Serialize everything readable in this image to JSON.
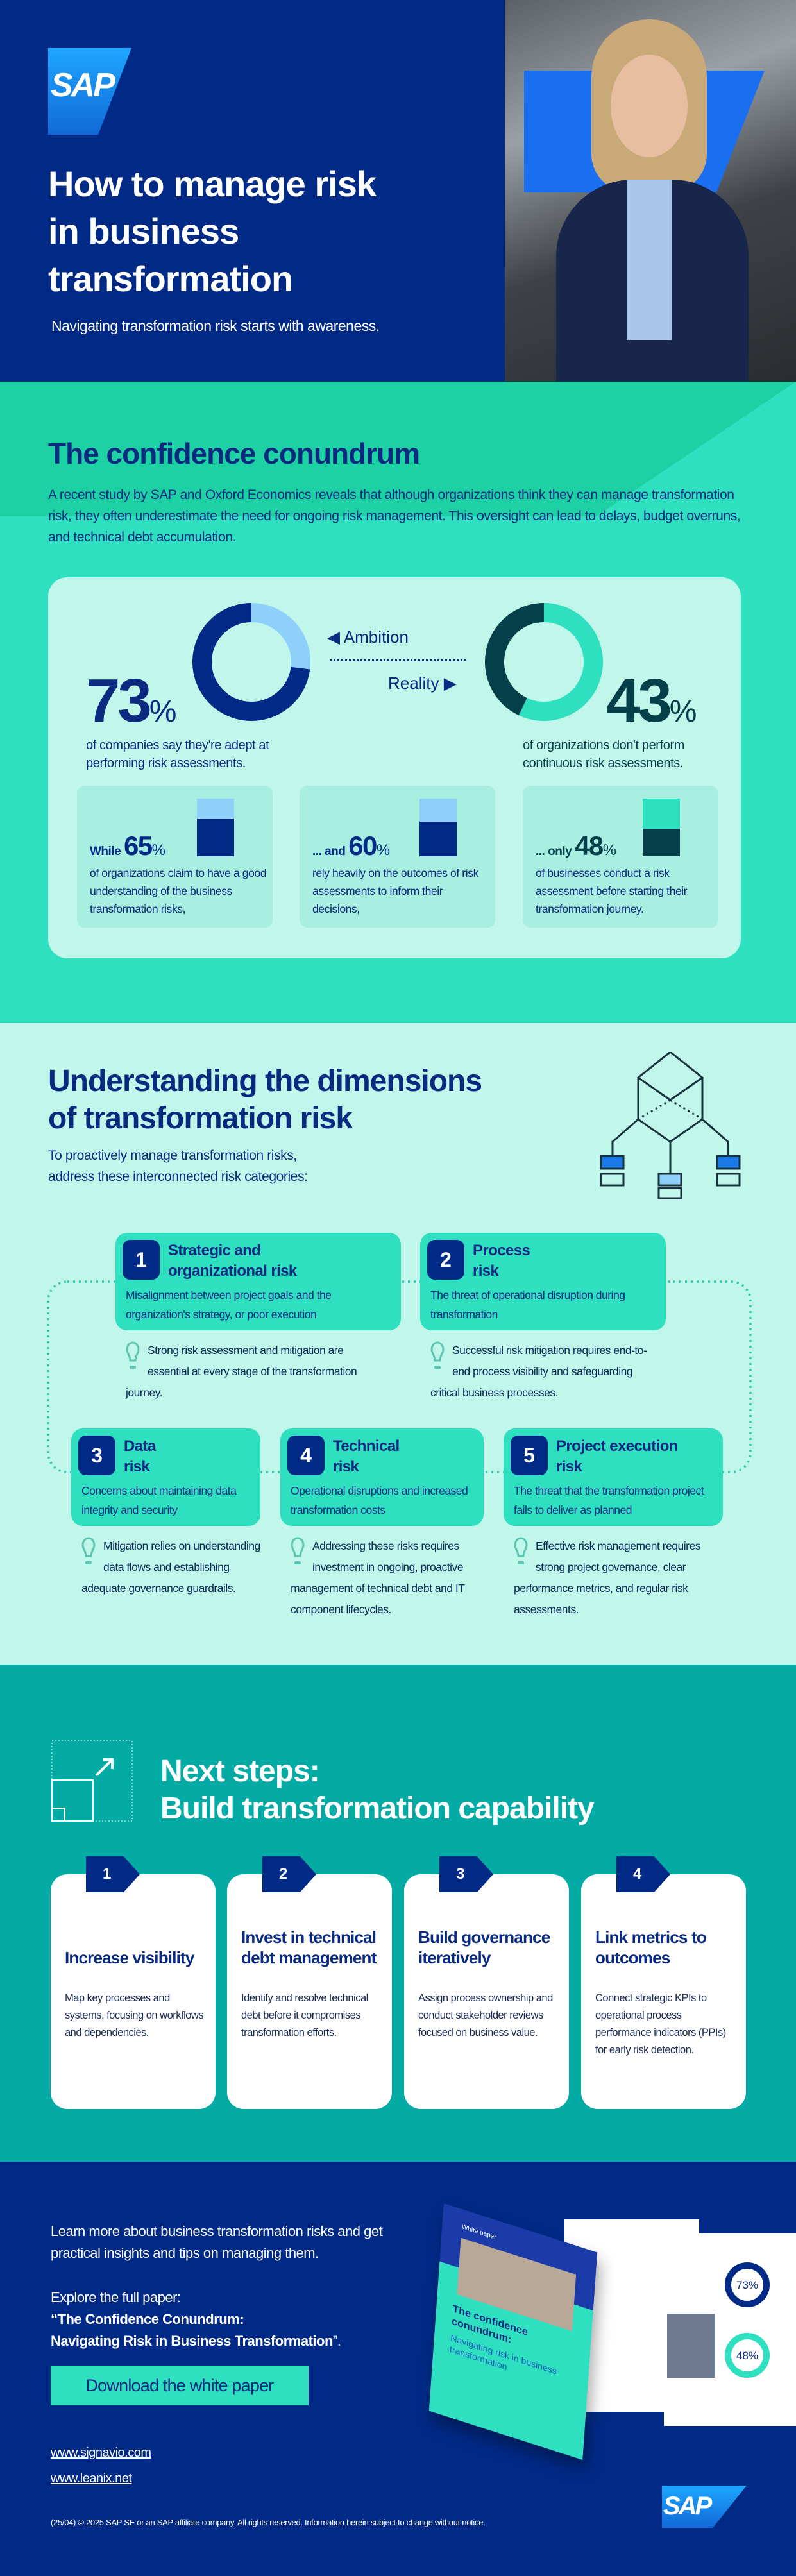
{
  "hero": {
    "logo": "SAP",
    "title_lines": [
      "How to manage risk",
      "in business",
      "transformation"
    ],
    "subtitle": "Navigating transformation risk starts with awareness."
  },
  "conundrum": {
    "title": "The confidence conundrum",
    "intro": "A recent study by SAP and Oxford Economics reveals that although organizations think they can manage transformation risk, they often underestimate the need for ongoing risk management. This oversight can lead to delays, budget overruns, and technical debt accumulation.",
    "ambition": {
      "label": "Ambition",
      "value": 73,
      "number": "73",
      "pct": "%",
      "caption": "of companies say they're adept at performing risk assessments."
    },
    "reality": {
      "label": "Reality",
      "value": 43,
      "number": "43",
      "pct": "%",
      "caption": "of organizations don't perform continuous risk assessments."
    },
    "stats": [
      {
        "prefix": "While",
        "number": "65",
        "pct": "%",
        "value": 65,
        "text": "of organizations claim to have a good understanding of the business transformation risks,"
      },
      {
        "prefix": "... and",
        "number": "60",
        "pct": "%",
        "value": 60,
        "text": "rely heavily on the outcomes of risk assessments to inform their decisions,"
      },
      {
        "prefix": "... only",
        "number": "48",
        "pct": "%",
        "value": 48,
        "text": "of businesses conduct a risk assessment before starting their transformation journey."
      }
    ]
  },
  "dimensions": {
    "title_lines": [
      "Understanding the dimensions",
      "of transformation risk"
    ],
    "intro_lines": [
      "To proactively manage transformation risks,",
      "address these interconnected risk categories:"
    ],
    "risks": [
      {
        "n": "1",
        "title_lines": [
          "Strategic and",
          "organizational risk"
        ],
        "desc": "Misalignment between project goals and the organization's strategy, or poor execution",
        "tip": "Strong risk assessment and mitigation are essential at every stage of the transformation journey."
      },
      {
        "n": "2",
        "title_lines": [
          "Process",
          "risk"
        ],
        "desc": "The threat of operational disruption during transformation",
        "tip": "Successful risk mitigation requires end-to-end process visibility and safeguarding critical business processes."
      },
      {
        "n": "3",
        "title_lines": [
          "Data",
          "risk"
        ],
        "desc": "Concerns about maintaining data integrity and security",
        "tip": "Mitigation relies on understanding data flows and establishing adequate governance guardrails."
      },
      {
        "n": "4",
        "title_lines": [
          "Technical",
          "risk"
        ],
        "desc": "Operational disruptions and increased transformation costs",
        "tip": "Addressing these risks requires investment in ongoing, proactive management of technical debt and IT component lifecycles."
      },
      {
        "n": "5",
        "title_lines": [
          "Project execution",
          "risk"
        ],
        "desc": "The threat that the transformation project fails to deliver as planned",
        "tip": "Effective risk management requires strong project governance, clear performance metrics, and regular risk assessments."
      }
    ]
  },
  "next": {
    "title_lines": [
      "Next steps:",
      "Build transformation capability"
    ],
    "steps": [
      {
        "n": "1",
        "title": "Increase visibility",
        "desc": "Map key processes and systems, focusing on workflows and dependencies."
      },
      {
        "n": "2",
        "title": "Invest in technical debt management",
        "desc": "Identify and resolve technical debt before it compromises transformation efforts."
      },
      {
        "n": "3",
        "title": "Build governance iteratively",
        "desc": "Assign process ownership and conduct stakeholder reviews focused on business value."
      },
      {
        "n": "4",
        "title": "Link metrics to outcomes",
        "desc": "Connect strategic KPIs to operational process performance indicators (PPIs) for early risk detection."
      }
    ]
  },
  "footer": {
    "learn": "Learn more about business transformation risks and get practical insights and tips on managing them.",
    "explore": "Explore the full paper:",
    "paper_title_1": "“The Confidence Conundrum:",
    "paper_title_2": "Navigating Risk in Business Transformation",
    "paper_title_end": "”.",
    "download_label": "Download the white paper",
    "links": [
      "www.signavio.com",
      "www.leanix.net"
    ],
    "copyright": "(25/04) © 2025 SAP SE or an SAP affiliate company. All rights reserved. Information herein subject to change without notice.",
    "logo": "SAP",
    "mockup": {
      "cover_tag": "White paper",
      "cover_title": "The confidence conundrum:",
      "cover_sub": "Navigating risk in business transformation",
      "stat1": "73%",
      "stat2": "48%"
    }
  },
  "colors": {
    "navy": "#002a86",
    "teal": "#04aba5",
    "mint": "#c1f7ea",
    "green": "#2ee0c0",
    "light_blue": "#8fd0fb",
    "dark_teal": "#043f4a"
  }
}
